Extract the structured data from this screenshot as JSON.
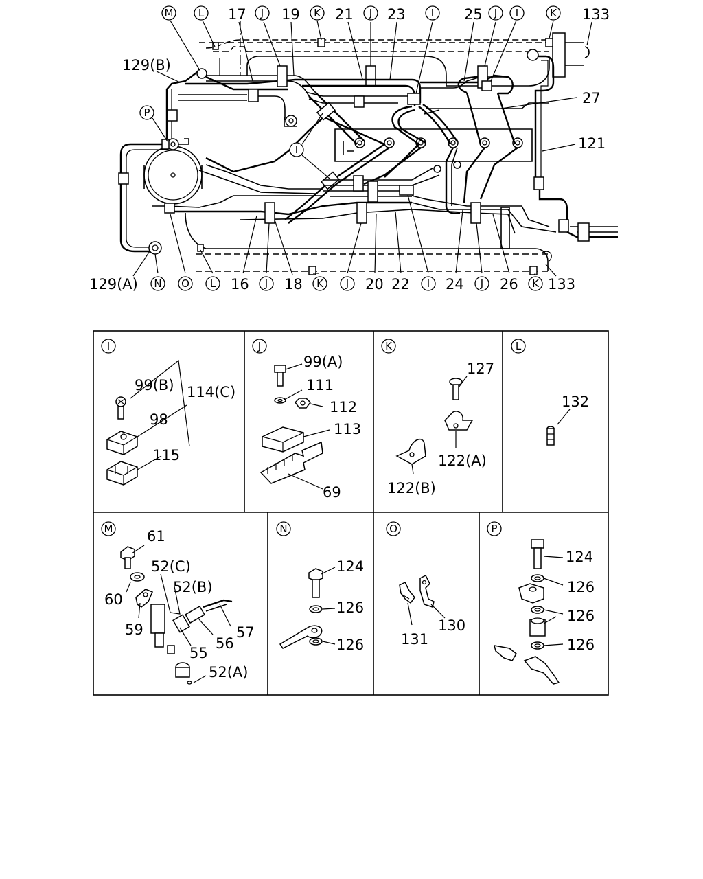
{
  "main_diagram": {
    "top_labels": [
      "17",
      "19",
      "21",
      "23",
      "25",
      "133",
      "129(B)",
      "27",
      "121"
    ],
    "top_circles": [
      "M",
      "L",
      "J",
      "K",
      "J",
      "I",
      "J",
      "I",
      "K",
      "P",
      "I"
    ],
    "bottom_labels": [
      "129(A)",
      "16",
      "18",
      "20",
      "22",
      "24",
      "26",
      "133"
    ],
    "bottom_circles": [
      "N",
      "O",
      "L",
      "J",
      "K",
      "J",
      "I",
      "J",
      "K"
    ]
  },
  "panels": [
    {
      "code": "I",
      "parts": [
        "99(B)",
        "114(C)",
        "98",
        "115"
      ]
    },
    {
      "code": "J",
      "parts": [
        "99(A)",
        "111",
        "112",
        "113",
        "69"
      ]
    },
    {
      "code": "K",
      "parts": [
        "127",
        "122(A)",
        "122(B)"
      ]
    },
    {
      "code": "L",
      "parts": [
        "132"
      ]
    },
    {
      "code": "M",
      "parts": [
        "61",
        "52(C)",
        "52(B)",
        "60",
        "59",
        "57",
        "56",
        "55",
        "52(A)"
      ]
    },
    {
      "code": "N",
      "parts": [
        "124",
        "126",
        "126"
      ]
    },
    {
      "code": "O",
      "parts": [
        "130",
        "131"
      ]
    },
    {
      "code": "P",
      "parts": [
        "124",
        "126",
        "126",
        "126"
      ]
    }
  ]
}
